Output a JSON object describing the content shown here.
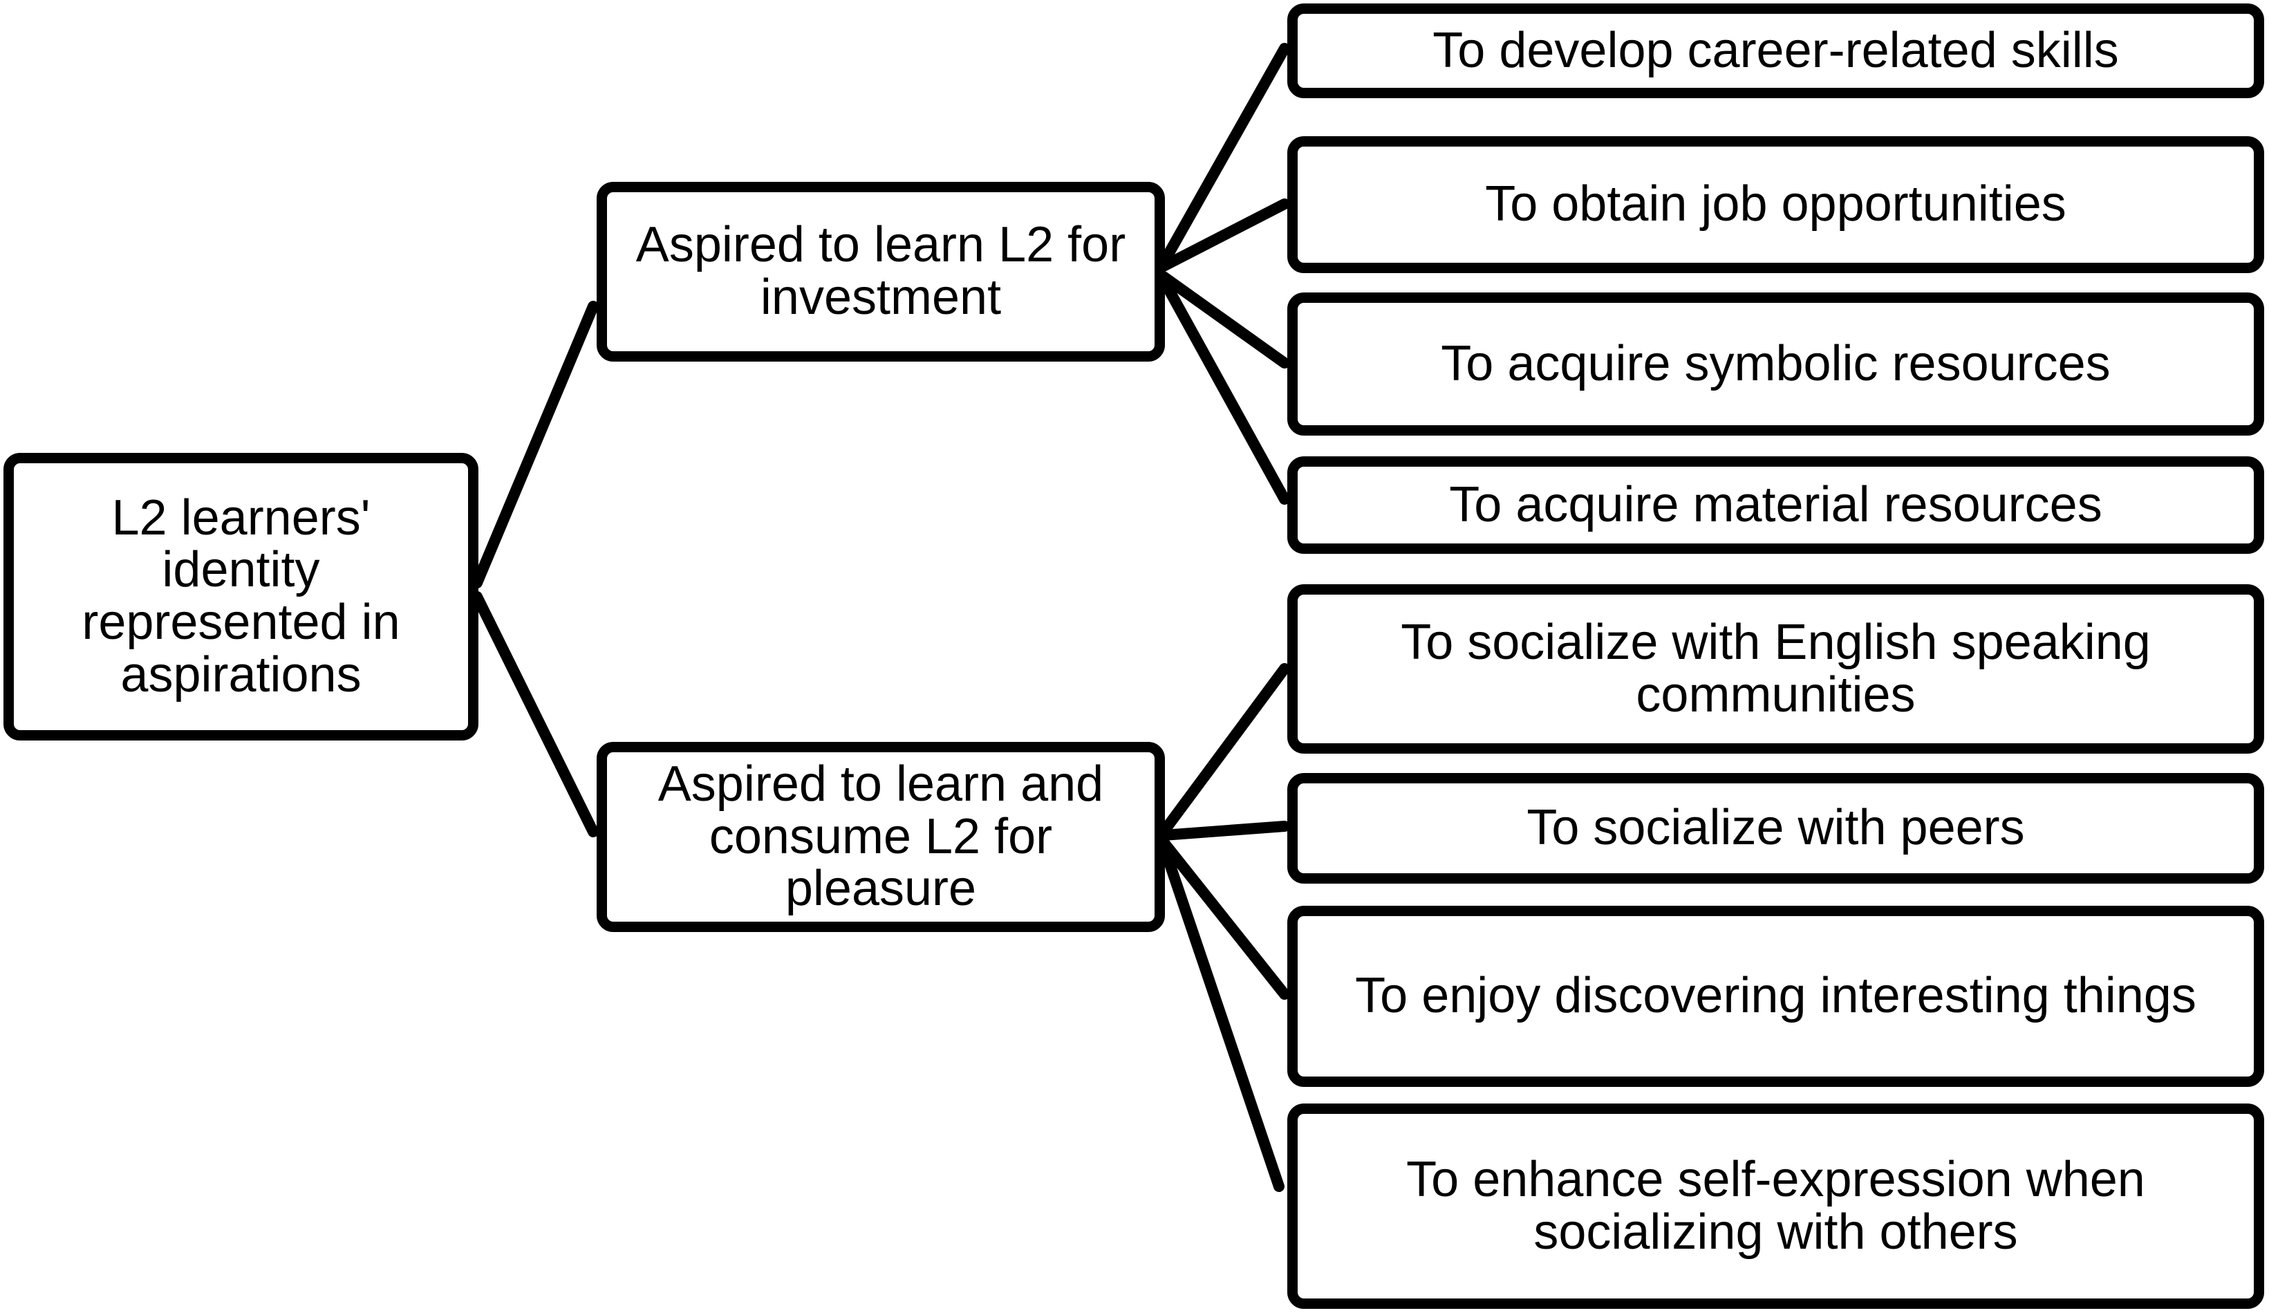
{
  "diagram": {
    "root": {
      "label": "L2 learners'\nidentity\nrepresented in\naspirations"
    },
    "branches": [
      {
        "label": "Aspired to learn L2 for\ninvestment",
        "children": [
          "To develop career-related skills",
          "To obtain job opportunities",
          "To acquire symbolic resources",
          "To acquire material resources"
        ]
      },
      {
        "label": "Aspired to learn and\nconsume L2 for\npleasure",
        "children": [
          "To socialize with English speaking\ncommunities",
          "To socialize with peers",
          "To enjoy discovering interesting things",
          "To enhance self-expression when\nsocializing with others"
        ]
      }
    ],
    "colors": {
      "stroke": "#000000",
      "fill": "#ffffff",
      "text": "#000000"
    }
  }
}
